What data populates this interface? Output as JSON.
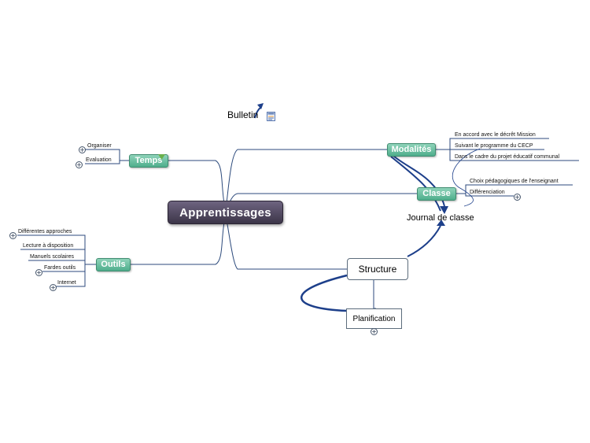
{
  "central": "Apprentissages",
  "floating": {
    "bulletin": "Bulletin",
    "journal": "Journal de classe"
  },
  "branches": {
    "temps": {
      "label": "Temps",
      "items": [
        "Organiser",
        "Evaluation"
      ]
    },
    "outils": {
      "label": "Outils",
      "items": [
        "Différentes approches",
        "Lecture à disposition",
        "Manuels scolaires",
        "Fardes outils",
        "Internet"
      ]
    },
    "modalites": {
      "label": "Modalités",
      "items": [
        "En accord avec le décrêt Mission",
        "Suivant le programme du CECP",
        "Dans le cadre du projet éducatif communal"
      ]
    },
    "classe": {
      "label": "Classe",
      "items": [
        "Choix pédagogiques de l'enseignant",
        "Différenciation"
      ]
    },
    "structure": {
      "label": "Structure",
      "child": "Planification"
    }
  },
  "icons": [
    "expand-icon",
    "flag-icon",
    "note-icon",
    "link-arrow-icon"
  ],
  "colors": {
    "central": "#3c3548",
    "main_topic": "#4fae8c",
    "connector": "#2c4a7c",
    "relation": "#1d3f8a"
  }
}
